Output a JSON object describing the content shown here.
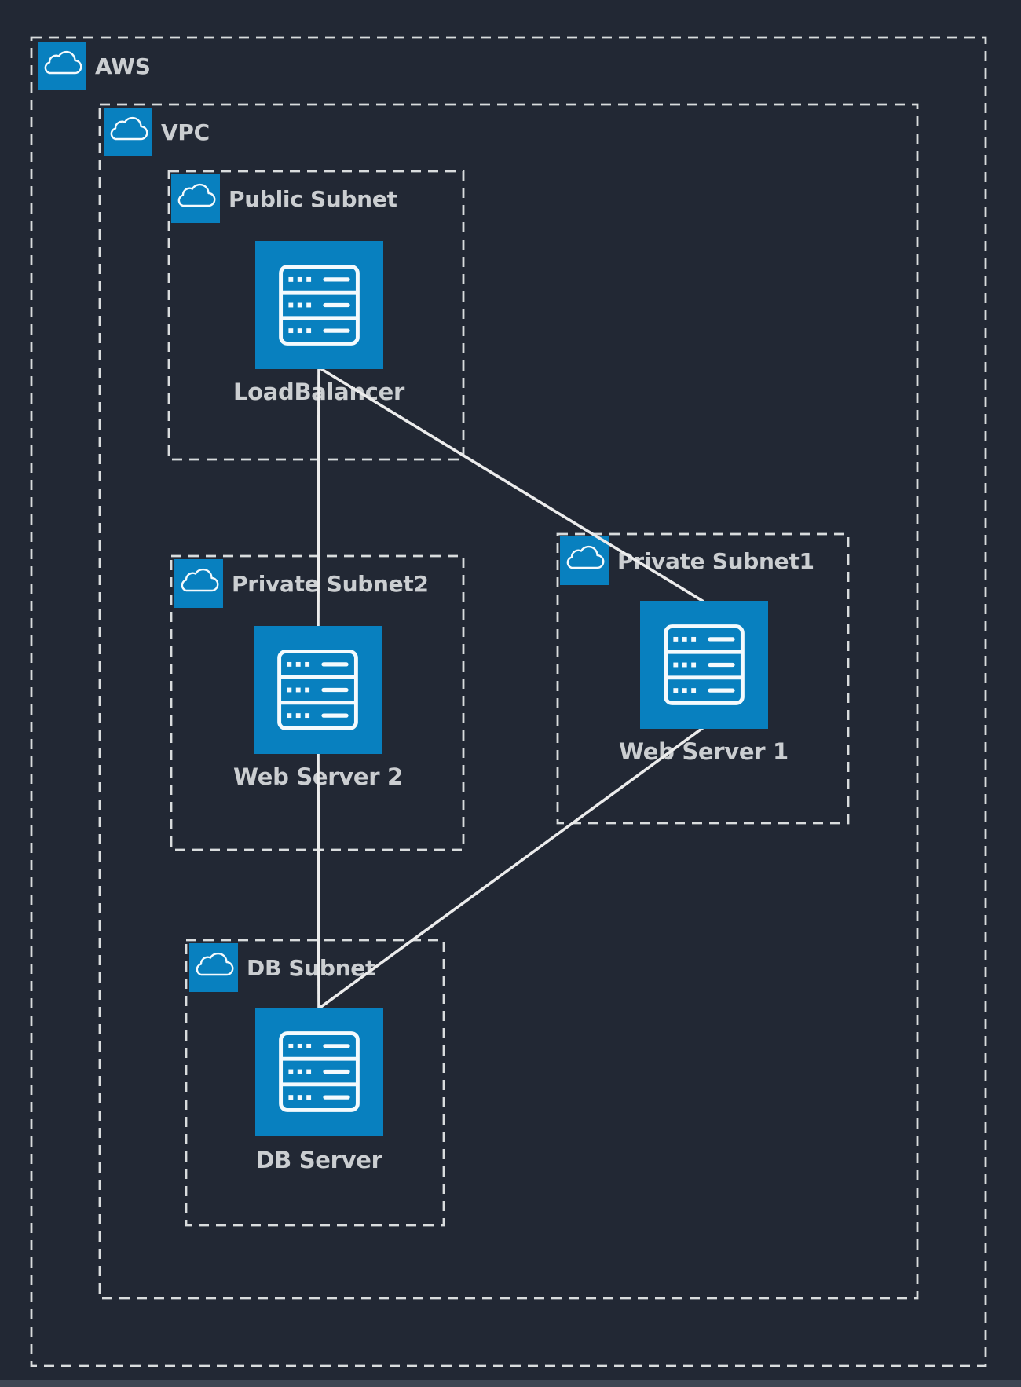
{
  "diagram": {
    "type": "aws-architecture",
    "clusters": {
      "aws": {
        "label": "AWS",
        "icon": "cloud-icon"
      },
      "vpc": {
        "label": "VPC",
        "icon": "cloud-icon"
      },
      "public_subnet": {
        "label": "Public Subnet",
        "icon": "cloud-icon"
      },
      "private_subnet2": {
        "label": "Private Subnet2",
        "icon": "cloud-icon"
      },
      "private_subnet1": {
        "label": "Private Subnet1",
        "icon": "cloud-icon"
      },
      "db_subnet": {
        "label": "DB Subnet",
        "icon": "cloud-icon"
      }
    },
    "nodes": {
      "loadbalancer": {
        "label": "LoadBalancer",
        "icon": "server-icon",
        "cluster": "public_subnet"
      },
      "web_server_2": {
        "label": "Web Server 2",
        "icon": "server-icon",
        "cluster": "private_subnet2"
      },
      "web_server_1": {
        "label": "Web Server 1",
        "icon": "server-icon",
        "cluster": "private_subnet1"
      },
      "db_server": {
        "label": "DB Server",
        "icon": "server-icon",
        "cluster": "db_subnet"
      }
    },
    "edges": [
      {
        "from": "loadbalancer",
        "to": "web_server_2"
      },
      {
        "from": "loadbalancer",
        "to": "web_server_1"
      },
      {
        "from": "web_server_2",
        "to": "db_server"
      },
      {
        "from": "web_server_1",
        "to": "db_server"
      }
    ],
    "colors": {
      "background": "#222834",
      "node_fill": "#0880bf",
      "icon_stroke": "#f4fafd",
      "cluster_border": "#d9dcdd",
      "edge": "#ececec",
      "label_text": "#cbced1",
      "bottom_strip": "#3d4552"
    }
  }
}
